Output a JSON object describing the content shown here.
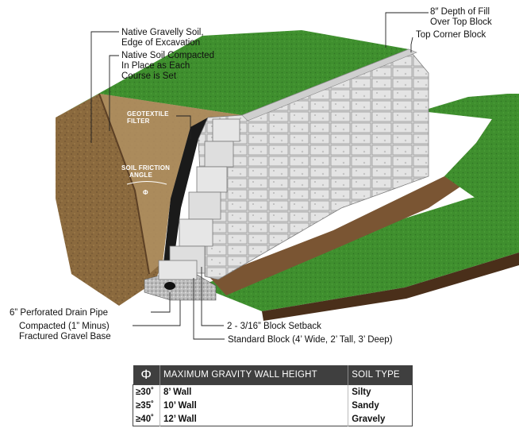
{
  "callouts": {
    "fill_depth": [
      "8″ Depth of Fill",
      "Over Top Block"
    ],
    "top_corner_block": "Top Corner Block",
    "native_soil_edge": [
      "Native Gravelly Soil,",
      "Edge of Excavation"
    ],
    "native_soil_compacted": [
      "Native Soil Compacted",
      "In Place as Each",
      "Course is Set"
    ],
    "drain_pipe": "6” Perforated Drain Pipe",
    "gravel_base": [
      "Compacted (1” Minus)",
      "Fractured Gravel Base"
    ],
    "block_setback": "2 - 3/16” Block Setback",
    "standard_block": "Standard Block (4’ Wide, 2’ Tall, 3’ Deep)"
  },
  "inner_labels": {
    "geotextile": [
      "GEOTEXTILE",
      "FILTER"
    ],
    "friction": [
      "SOIL FRICTION",
      "ANGLE"
    ],
    "phi_symbol": "Φ"
  },
  "table": {
    "headers": [
      "Φ",
      "MAXIMUM GRAVITY WALL HEIGHT",
      "SOIL TYPE"
    ],
    "rows": [
      {
        "angle": "≥30˚",
        "height": "8’ Wall",
        "soil": "Silty"
      },
      {
        "angle": "≥35˚",
        "height": "10’ Wall",
        "soil": "Sandy"
      },
      {
        "angle": "≥40˚",
        "height": "12’ Wall",
        "soil": "Gravely"
      }
    ]
  },
  "colors": {
    "grass": "#3f8f2e",
    "soil": "#8b6a3e",
    "block": "#d9d9d9",
    "gravel": "#bdbdbd",
    "filter": "#1a1a1a",
    "table_header": "#3f3f3f"
  }
}
